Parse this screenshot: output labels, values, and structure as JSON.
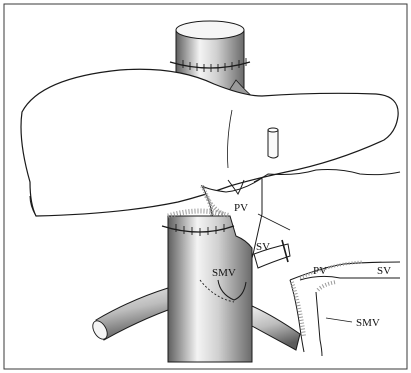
{
  "labels": {
    "pv_main": "PV",
    "sv_left": "SV",
    "smv_left": "SMV",
    "pv_right": "PV",
    "sv_right": "SV",
    "smv_right": "SMV"
  },
  "colors": {
    "line": "#1a1a1a",
    "vessel_dark": "#6e6e6e",
    "vessel_light": "#f2f2f2",
    "stipple": "#9a9a9a",
    "background": "#ffffff"
  }
}
